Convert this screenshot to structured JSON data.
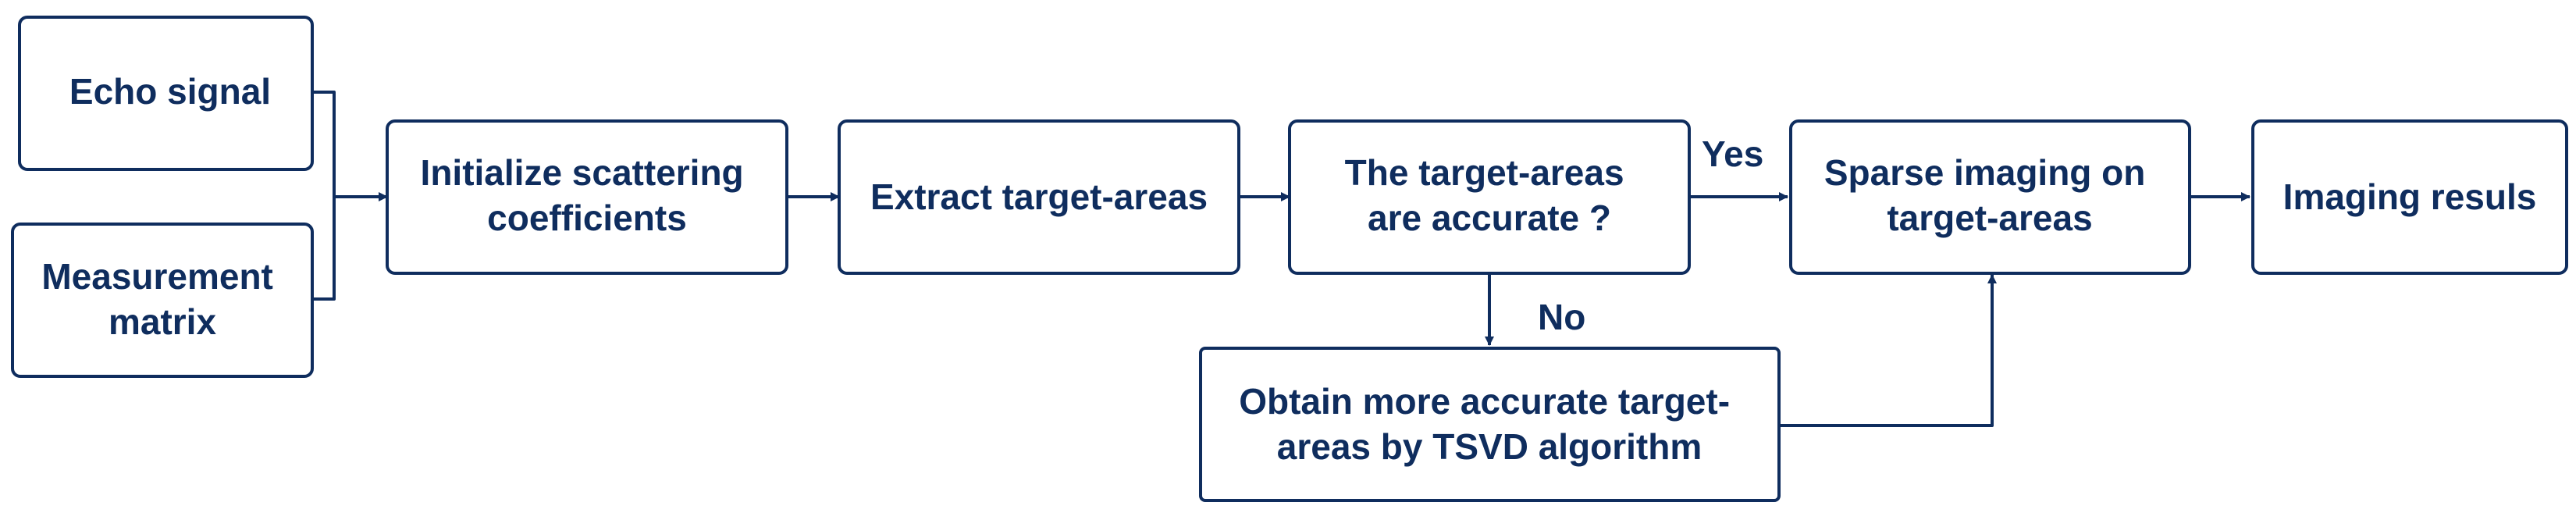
{
  "nodes": {
    "echo": [
      "Echo signal"
    ],
    "measurement": [
      "Measurement",
      "matrix"
    ],
    "init": [
      "Initialize scattering",
      "coefficients"
    ],
    "extract": [
      "Extract target-areas"
    ],
    "decision": [
      "The target-areas",
      "are accurate ?"
    ],
    "tsvd": [
      "Obtain more accurate target-",
      "areas by TSVD algorithm"
    ],
    "sparse": [
      "Sparse imaging on",
      "target-areas"
    ],
    "result": [
      "Imaging resuls"
    ]
  },
  "edge_labels": {
    "yes": "Yes",
    "no": "No"
  },
  "colors": {
    "stroke": "#0f2d5e",
    "text": "#0f2d5e",
    "background": "#ffffff"
  }
}
